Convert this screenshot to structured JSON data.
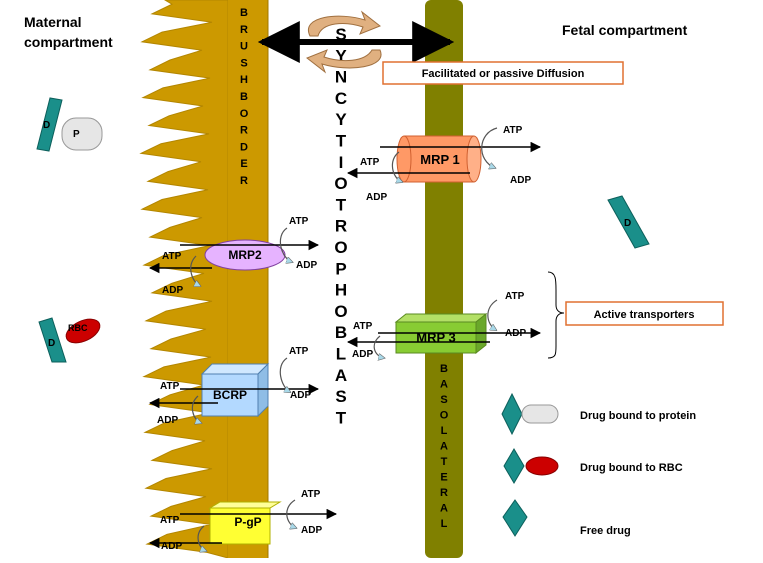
{
  "compartments": {
    "maternal": [
      "Maternal",
      "compartment"
    ],
    "fetal": "Fetal compartment"
  },
  "membranes": {
    "brush_border": [
      "B",
      "R",
      "U",
      "S",
      "H",
      "B",
      "O",
      "R",
      "D",
      "E",
      "R"
    ],
    "syncytiotrophoblast": [
      "S",
      "Y",
      "N",
      "C",
      "Y",
      "T",
      "I",
      "O",
      "T",
      "R",
      "O",
      "P",
      "H",
      "O",
      "B",
      "L",
      "A",
      "S",
      "T"
    ],
    "basolateral": [
      "B",
      "A",
      "S",
      "O",
      "L",
      "A",
      "T",
      "E",
      "R",
      "A",
      "L"
    ]
  },
  "labels": {
    "diffusion": "Facilitated or passive Diffusion",
    "active": "Active transporters"
  },
  "transporters": {
    "mrp1": "MRP 1",
    "mrp2": "MRP2",
    "mrp3": "MRP 3",
    "bcrp": "BCRP",
    "pgp": "P-gP"
  },
  "energy": {
    "atp": "ATP",
    "adp": "ADP"
  },
  "drug_tokens": {
    "drug": "D",
    "protein": "P",
    "rbc": "RBC"
  },
  "legend": [
    {
      "label": "Drug bound to protein"
    },
    {
      "label": "Drug bound to RBC"
    },
    {
      "label": "Free drug"
    }
  ],
  "colors": {
    "brush_border": "#cc9900",
    "basolateral": "#808000",
    "drug": "#1a8f8a",
    "rbc": "#cc0000",
    "protein": "#e6e6e6",
    "mrp1": "#ff9966",
    "mrp2": "#e6b3ff",
    "mrp3": "#88cc33",
    "bcrp": "#b3d9ff",
    "pgp": "#ffff33",
    "box_border": "#e07030",
    "cycle_arrow": "#e0b080"
  }
}
